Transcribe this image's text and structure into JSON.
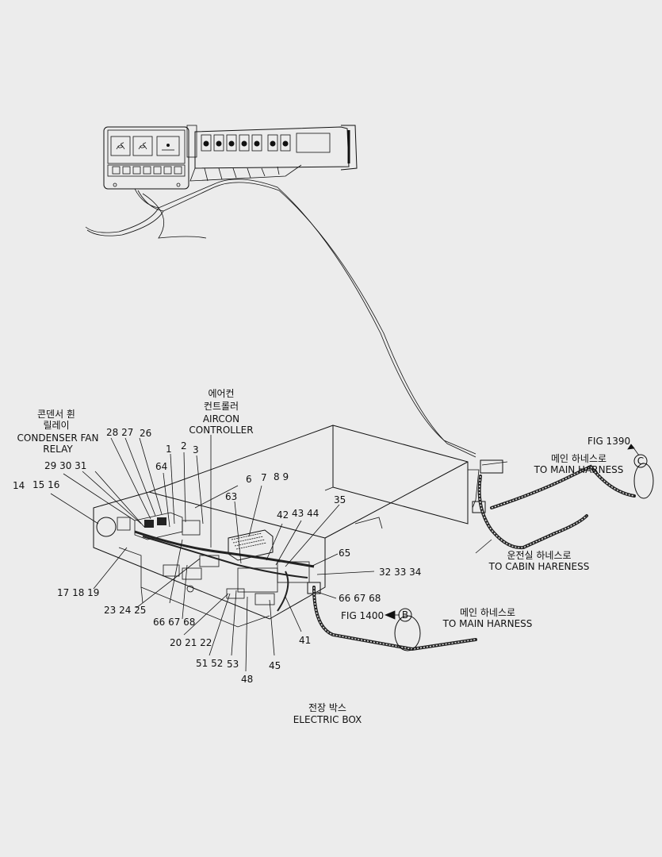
{
  "labels": {
    "condenser_ko1": "콘덴서 휜",
    "condenser_ko2": "릴레이",
    "condenser_en1": "CONDENSER FAN",
    "condenser_en2": "RELAY",
    "aircon_ko1": "에어컨",
    "aircon_ko2": "컨트롤러",
    "aircon_en1": "AIRCON",
    "aircon_en2": "CONTROLLER",
    "main_harness_top_ko": "메인 하네스로",
    "main_harness_top_en": "TO MAIN HARNESS",
    "fig_1390": "FIG 1390",
    "ref_c": "C",
    "cabin_ko": "운전실 하네스로",
    "cabin_en": "TO CABIN HARENESS",
    "main_harness_bot_ko": "메인 하네스로",
    "main_harness_bot_en": "TO MAIN HARNESS",
    "fig_1400": "FIG 1400",
    "ref_b": "B",
    "electric_box_ko": "전장 박스",
    "electric_box_en": "ELECTRIC BOX"
  },
  "part_numbers": {
    "n28_27": "28 27",
    "n26": "26",
    "n1": "1",
    "n2": "2",
    "n3": "3",
    "n29_30_31": "29  30  31",
    "n14": "14",
    "n15_16": "15 16",
    "n64": "64",
    "n6": "6",
    "n7": "7",
    "n8_9": "8  9",
    "n63": "63",
    "n42": "42",
    "n43_44": "43 44",
    "n35": "35",
    "n65": "65",
    "n32_33_34": "32  33  34",
    "n17_18_19": "17  18  19",
    "n23_24_25": "23  24  25",
    "n66_67_68_left": "66  67  68",
    "n66_67_68_right": "66  67  68",
    "n41": "41",
    "n20_21_22": "20  21  22",
    "n51_52": "51 52",
    "n53": "53",
    "n45": "45",
    "n48": "48"
  }
}
